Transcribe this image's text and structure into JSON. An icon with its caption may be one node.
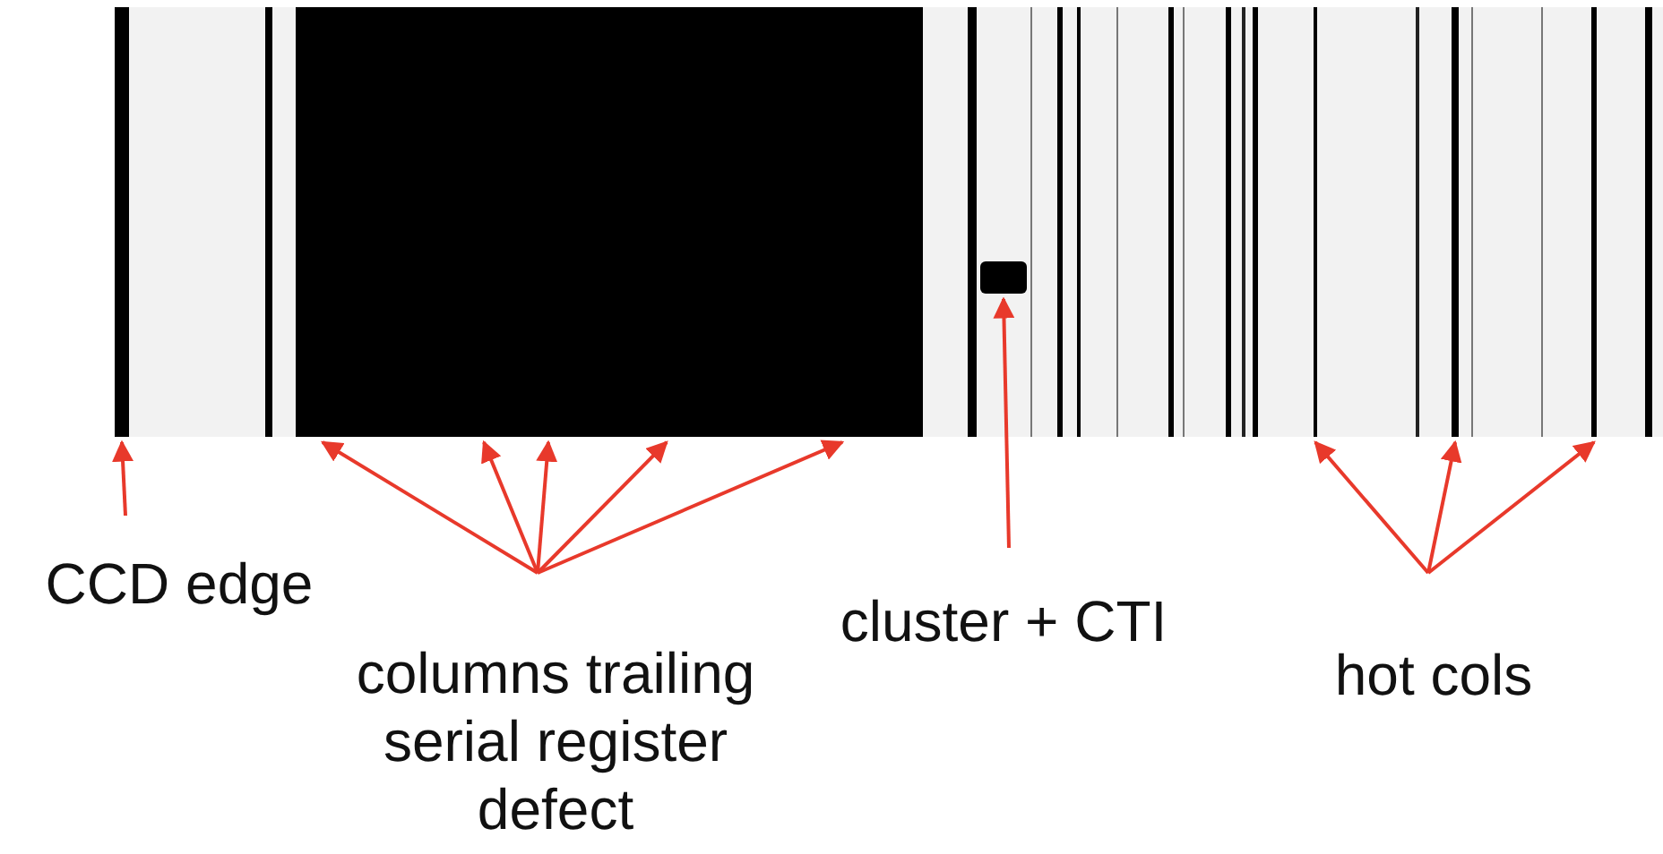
{
  "diagram": {
    "nodes": [
      {
        "text": [],
        "shape": "bar"
      },
      {
        "text": [],
        "shape": "box"
      },
      {
        "text": [],
        "shape": "box"
      },
      {
        "text": [],
        "shape": "bar"
      },
      {
        "text": [],
        "shape": "bar"
      },
      {
        "text": [],
        "shape": "bar"
      },
      {
        "text": [
          "CCD edge"
        ]
      },
      {
        "text": [
          "columns trailing serial register defect"
        ]
      },
      {
        "text": [
          "cluster + CTI"
        ]
      },
      {
        "text": [
          "hot cols"
        ]
      }
    ],
    "edges": [
      {
        "from": 6,
        "to": 0,
        "arrow": "to"
      },
      {
        "from": 7,
        "to": 1,
        "arrow": "to"
      },
      {
        "from": 7,
        "to": 1,
        "arrow": "to"
      },
      {
        "from": 7,
        "to": 1,
        "arrow": "to"
      },
      {
        "from": 7,
        "to": 1,
        "arrow": "to"
      },
      {
        "from": 7,
        "to": 1,
        "arrow": "to"
      },
      {
        "from": 8,
        "to": 2,
        "arrow": "to"
      },
      {
        "from": 9,
        "to": 3,
        "arrow": "to"
      },
      {
        "from": 9,
        "to": 4,
        "arrow": "to"
      },
      {
        "from": 9,
        "to": 5,
        "arrow": "to"
      }
    ]
  }
}
